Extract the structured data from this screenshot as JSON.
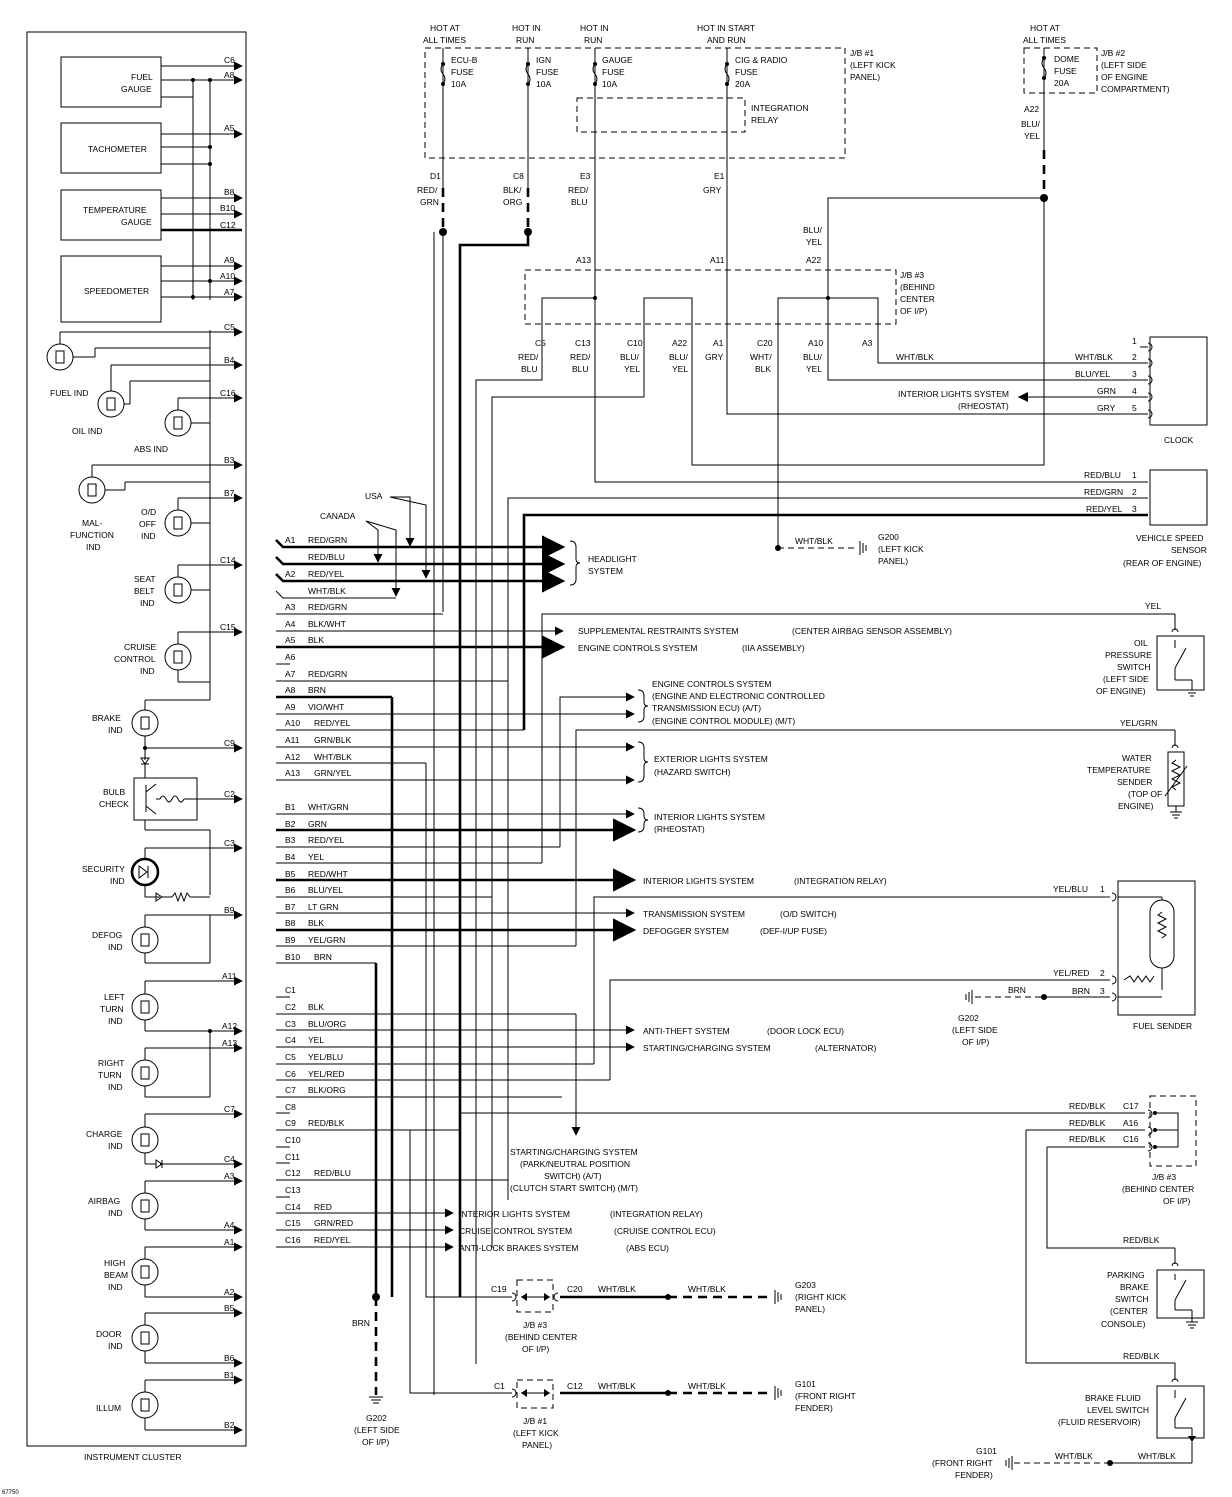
{
  "diagram_id": "67750",
  "cluster": {
    "title": "INSTRUMENT CLUSTER",
    "gauges": [
      {
        "name": "fuel-gauge",
        "label": [
          "FUEL",
          "GAUGE"
        ],
        "pins": [
          "C6",
          "A8"
        ]
      },
      {
        "name": "tachometer",
        "label": [
          "TACHOMETER"
        ],
        "pins": [
          "A5"
        ]
      },
      {
        "name": "temperature-gauge",
        "label": [
          "TEMPERATURE",
          "GAUGE"
        ],
        "pins": [
          "B8",
          "B10",
          "C12"
        ]
      },
      {
        "name": "speedometer",
        "label": [
          "SPEEDOMETER"
        ],
        "pins": [
          "A9",
          "A10",
          "A7"
        ]
      }
    ],
    "indicators": [
      {
        "name": "fuel-ind",
        "label": [
          "FUEL IND"
        ],
        "pin": "C5"
      },
      {
        "name": "oil-ind",
        "label": [
          "OIL IND"
        ],
        "pin": "B4"
      },
      {
        "name": "abs-ind",
        "label": [
          "ABS IND"
        ],
        "pin": "C16"
      },
      {
        "name": "malfunction-ind",
        "label": [
          "MAL-",
          "FUNCTION",
          "IND"
        ],
        "pin": "B3"
      },
      {
        "name": "od-off-ind",
        "label": [
          "O/D",
          "OFF",
          "IND"
        ],
        "pin": "B7"
      },
      {
        "name": "seat-belt-ind",
        "label": [
          "SEAT",
          "BELT",
          "IND"
        ],
        "pin": "C14"
      },
      {
        "name": "cruise-control-ind",
        "label": [
          "CRUISE",
          "CONTROL",
          "IND"
        ],
        "pin": "C15"
      },
      {
        "name": "brake-ind",
        "label": [
          "BRAKE",
          "IND"
        ],
        "pin": "C9"
      },
      {
        "name": "bulb-check",
        "label": [
          "BULB",
          "CHECK"
        ],
        "pin": "C2"
      },
      {
        "name": "security-ind",
        "label": [
          "SECURITY",
          "IND"
        ],
        "pin": "C3"
      },
      {
        "name": "defog-ind",
        "label": [
          "DEFOG",
          "IND"
        ],
        "pin": "B9"
      },
      {
        "name": "left-turn-ind",
        "label": [
          "LEFT",
          "TURN",
          "IND"
        ],
        "pin": "A11"
      },
      {
        "name": "right-turn-ind",
        "label": [
          "RIGHT",
          "TURN",
          "IND"
        ],
        "pin": "A12"
      },
      {
        "name": "charge-ind",
        "label": [
          "CHARGE",
          "IND"
        ],
        "pin": "C7"
      },
      {
        "name": "airbag-ind",
        "label": [
          "AIRBAG",
          "IND"
        ],
        "pin": "A3"
      },
      {
        "name": "high-beam-ind",
        "label": [
          "HIGH",
          "BEAM",
          "IND"
        ],
        "pin": "A1"
      },
      {
        "name": "door-ind",
        "label": [
          "DOOR",
          "IND"
        ],
        "pin": "B5"
      },
      {
        "name": "illum",
        "label": [
          "ILLUM"
        ],
        "pin": "B1"
      }
    ],
    "extra_pins": [
      "A13",
      "C4",
      "A4",
      "A2",
      "B6",
      "B2"
    ]
  },
  "jb1": {
    "label": [
      "J/B #1",
      "(LEFT KICK",
      "PANEL)"
    ],
    "feeds": [
      {
        "hot": [
          "HOT AT",
          "ALL TIMES"
        ],
        "fuse": [
          "ECU-B",
          "FUSE",
          "10A"
        ],
        "pin": "D1",
        "wire": [
          "RED/",
          "GRN"
        ]
      },
      {
        "hot": [
          "HOT IN",
          "RUN"
        ],
        "fuse": [
          "IGN",
          "FUSE",
          "10A"
        ],
        "pin": "C8",
        "wire": [
          "BLK/",
          "ORG"
        ]
      },
      {
        "hot": [
          "HOT IN",
          "RUN"
        ],
        "fuse": [
          "GAUGE",
          "FUSE",
          "10A"
        ],
        "pin": "E3",
        "wire": [
          "RED/",
          "BLU"
        ]
      },
      {
        "hot": [
          "HOT IN START",
          "AND RUN"
        ],
        "fuse": [
          "CIG & RADIO",
          "FUSE",
          "20A"
        ],
        "pin": "E1",
        "wire": [
          "GRY"
        ]
      }
    ],
    "relay": [
      "INTEGRATION",
      "RELAY"
    ]
  },
  "jb2": {
    "hot": [
      "HOT AT",
      "ALL TIMES"
    ],
    "fuse": [
      "DOME",
      "FUSE",
      "20A"
    ],
    "label": [
      "J/B #2",
      "(LEFT SIDE",
      "OF ENGINE",
      "COMPARTMENT)"
    ],
    "pin": "A22",
    "wire": [
      "BLU/",
      "YEL"
    ]
  },
  "jb3": {
    "label": [
      "J/B #3",
      "(BEHIND",
      "CENTER",
      "OF I/P)"
    ],
    "top_pins": [
      "A13",
      "A11",
      "A22"
    ],
    "top_wire": [
      "BLU/",
      "YEL"
    ],
    "bottom": [
      {
        "pin": "C5",
        "wire": [
          "RED/",
          "BLU"
        ]
      },
      {
        "pin": "C13",
        "wire": [
          "RED/",
          "BLU"
        ]
      },
      {
        "pin": "C10",
        "wire": [
          "BLU/",
          "YEL"
        ]
      },
      {
        "pin": "A22",
        "wire": [
          "BLU/",
          "YEL"
        ]
      },
      {
        "pin": "A1",
        "wire": [
          "GRY"
        ]
      },
      {
        "pin": "C20",
        "wire": [
          "WHT/",
          "BLK"
        ]
      },
      {
        "pin": "A10",
        "wire": [
          "BLU/",
          "YEL"
        ]
      },
      {
        "pin": "A3",
        "wire": [
          "WHT/BLK"
        ]
      }
    ]
  },
  "clock": {
    "label": "CLOCK",
    "wires": [
      {
        "n": "1",
        "w": ""
      },
      {
        "n": "2",
        "w": "WHT/BLK"
      },
      {
        "n": "3",
        "w": "BLU/YEL"
      },
      {
        "n": "4",
        "w": "GRN"
      },
      {
        "n": "5",
        "w": "GRY"
      }
    ],
    "interior": [
      "INTERIOR LIGHTS SYSTEM",
      "(RHEOSTAT)"
    ]
  },
  "vss": {
    "label": [
      "VEHICLE SPEED",
      "SENSOR",
      "(REAR OF ENGINE)"
    ],
    "wires": [
      {
        "n": "1",
        "w": "RED/BLU"
      },
      {
        "n": "2",
        "w": "RED/GRN"
      },
      {
        "n": "3",
        "w": "RED/YEL"
      }
    ]
  },
  "g200": {
    "label": [
      "G200",
      "(LEFT KICK",
      "PANEL)"
    ],
    "wire": "WHT/BLK"
  },
  "country": {
    "usa": "USA",
    "canada": "CANADA"
  },
  "connector": {
    "a": [
      {
        "pin": "A1",
        "wire": "RED/GRN"
      },
      {
        "pin": "",
        "wire": "RED/BLU"
      },
      {
        "pin": "A2",
        "wire": "RED/YEL"
      },
      {
        "pin": "",
        "wire": "WHT/BLK"
      },
      {
        "pin": "A3",
        "wire": "RED/GRN"
      },
      {
        "pin": "A4",
        "wire": "BLK/WHT"
      },
      {
        "pin": "A5",
        "wire": "BLK"
      },
      {
        "pin": "A6",
        "wire": ""
      },
      {
        "pin": "A7",
        "wire": "RED/GRN"
      },
      {
        "pin": "A8",
        "wire": "BRN"
      },
      {
        "pin": "A9",
        "wire": "VIO/WHT"
      },
      {
        "pin": "A10",
        "wire": "RED/YEL"
      },
      {
        "pin": "A11",
        "wire": "GRN/BLK"
      },
      {
        "pin": "A12",
        "wire": "WHT/BLK"
      },
      {
        "pin": "A13",
        "wire": "GRN/YEL"
      }
    ],
    "b": [
      {
        "pin": "B1",
        "wire": "WHT/GRN"
      },
      {
        "pin": "B2",
        "wire": "GRN"
      },
      {
        "pin": "B3",
        "wire": "RED/YEL"
      },
      {
        "pin": "B4",
        "wire": "YEL"
      },
      {
        "pin": "B5",
        "wire": "RED/WHT"
      },
      {
        "pin": "B6",
        "wire": "BLU/YEL"
      },
      {
        "pin": "B7",
        "wire": "LT GRN"
      },
      {
        "pin": "B8",
        "wire": "BLK"
      },
      {
        "pin": "B9",
        "wire": "YEL/GRN"
      },
      {
        "pin": "B10",
        "wire": "BRN"
      }
    ],
    "c": [
      {
        "pin": "C1",
        "wire": ""
      },
      {
        "pin": "C2",
        "wire": "BLK"
      },
      {
        "pin": "C3",
        "wire": "BLU/ORG"
      },
      {
        "pin": "C4",
        "wire": "YEL"
      },
      {
        "pin": "C5",
        "wire": "YEL/BLU"
      },
      {
        "pin": "C6",
        "wire": "YEL/RED"
      },
      {
        "pin": "C7",
        "wire": "BLK/ORG"
      },
      {
        "pin": "C8",
        "wire": ""
      },
      {
        "pin": "C9",
        "wire": "RED/BLK"
      },
      {
        "pin": "C10",
        "wire": ""
      },
      {
        "pin": "C11",
        "wire": ""
      },
      {
        "pin": "C12",
        "wire": "RED/BLU"
      },
      {
        "pin": "C13",
        "wire": ""
      },
      {
        "pin": "C14",
        "wire": "RED"
      },
      {
        "pin": "C15",
        "wire": "GRN/RED"
      },
      {
        "pin": "C16",
        "wire": "RED/YEL"
      }
    ]
  },
  "systems": {
    "headlight": [
      "HEADLIGHT",
      "SYSTEM"
    ],
    "srs": {
      "name": "SUPPLEMENTAL RESTRAINTS SYSTEM",
      "loc": "(CENTER AIRBAG SENSOR ASSEMBLY)"
    },
    "engine1": {
      "name": "ENGINE CONTROLS SYSTEM",
      "loc": "(IIA ASSEMBLY)"
    },
    "engine2": [
      "ENGINE CONTROLS SYSTEM",
      "(ENGINE AND ELECTRONIC CONTROLLED",
      "TRANSMISSION ECU) (A/T)",
      "(ENGINE CONTROL MODULE) (M/T)"
    ],
    "exterior": [
      "EXTERIOR LIGHTS SYSTEM",
      "(HAZARD SWITCH)"
    ],
    "interior1": [
      "INTERIOR LIGHTS SYSTEM",
      "(RHEOSTAT)"
    ],
    "interior2": {
      "name": "INTERIOR LIGHTS SYSTEM",
      "loc": "(INTEGRATION RELAY)"
    },
    "transmission": {
      "name": "TRANSMISSION SYSTEM",
      "loc": "(O/D SWITCH)"
    },
    "defogger": {
      "name": "DEFOGGER SYSTEM",
      "loc": "(DEF-I/UP FUSE)"
    },
    "antitheft": {
      "name": "ANTI-THEFT SYSTEM",
      "loc": "(DOOR LOCK ECU)"
    },
    "starting": {
      "name": "STARTING/CHARGING SYSTEM",
      "loc": "(ALTERNATOR)"
    },
    "starting2": [
      "STARTING/CHARGING SYSTEM",
      "(PARK/NEUTRAL POSITION",
      "SWITCH) (A/T)",
      "(CLUTCH START SWITCH) (M/T)"
    ],
    "interior3": {
      "name": "INTERIOR LIGHTS SYSTEM",
      "loc": "(INTEGRATION RELAY)"
    },
    "cruise": {
      "name": "CRUISE CONTROL SYSTEM",
      "loc": "(CRUISE CONTROL ECU)"
    },
    "abs": {
      "name": "ANTI-LOCK BRAKES SYSTEM",
      "loc": "(ABS ECU)"
    }
  },
  "oil_switch": {
    "wire": "YEL",
    "label": [
      "OIL",
      "PRESSURE",
      "SWITCH",
      "(LEFT SIDE",
      "OF ENGINE)"
    ]
  },
  "water_sender": {
    "wire": "YEL/GRN",
    "label": [
      "WATER",
      "TEMPERATURE",
      "SENDER",
      "(TOP OF",
      "ENGINE)"
    ]
  },
  "fuel_sender": {
    "label": "FUEL SENDER",
    "wires": [
      {
        "n": "1",
        "w": "YEL/BLU"
      },
      {
        "n": "2",
        "w": "YEL/RED"
      },
      {
        "n": "3",
        "w": "BRN"
      }
    ],
    "ground_wire": "BRN",
    "ground": [
      "G202",
      "(LEFT SIDE",
      "OF I/P)"
    ]
  },
  "jb3_right": {
    "label": [
      "J/B #3",
      "(BEHIND CENTER",
      "OF I/P)"
    ],
    "pins": [
      {
        "pin": "C17",
        "w": "RED/BLK"
      },
      {
        "pin": "A16",
        "w": "RED/BLK"
      },
      {
        "pin": "C16",
        "w": "RED/BLK"
      }
    ]
  },
  "parking_brake": {
    "wire": "RED/BLK",
    "label": [
      "PARKING",
      "BRAKE",
      "SWITCH",
      "(CENTER",
      "CONSOLE)"
    ]
  },
  "brake_fluid": {
    "wire": "RED/BLK",
    "label": [
      "BRAKE FLUID",
      "LEVEL SWITCH",
      "(FLUID RESERVOIR)"
    ]
  },
  "g101_bottom": {
    "label": [
      "G101",
      "(FRONT RIGHT",
      "FENDER)"
    ],
    "wire1": "WHT/BLK",
    "wire2": "WHT/BLK"
  },
  "jb3_bottom": {
    "pin_in": "C19",
    "pin_out": "C20",
    "label": [
      "J/B #3",
      "(BEHIND CENTER",
      "OF I/P)"
    ],
    "wire1": "WHT/BLK",
    "wire2": "WHT/BLK",
    "ground": [
      "G203",
      "(RIGHT KICK",
      "PANEL)"
    ]
  },
  "jb1_bottom": {
    "pin_in": "C1",
    "pin_out": "C12",
    "label": [
      "J/B #1",
      "(LEFT KICK",
      "PANEL)"
    ],
    "wire1": "WHT/BLK",
    "wire2": "WHT/BLK",
    "ground": [
      "G101",
      "(FRONT RIGHT",
      "FENDER)"
    ]
  },
  "g202_bottom": {
    "wire": "BRN",
    "label": [
      "G202",
      "(LEFT SIDE",
      "OF I/P)"
    ]
  }
}
